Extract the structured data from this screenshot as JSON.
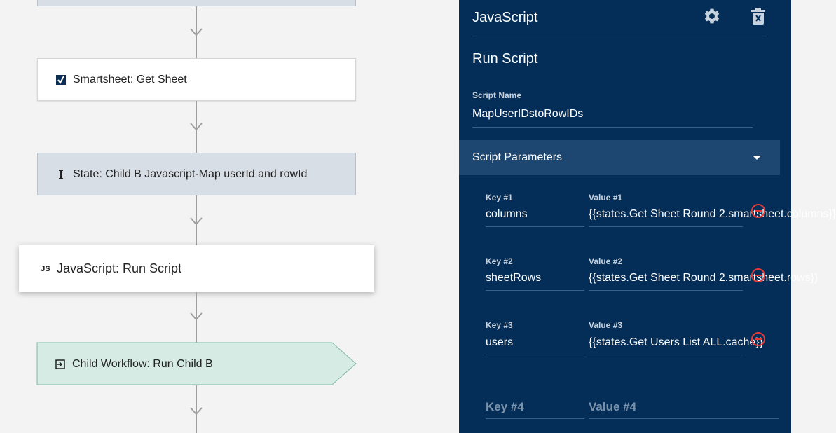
{
  "canvas": {
    "nodes": [
      {
        "label": "Smartsheet: Get Sheet",
        "icon": "smartsheet-icon"
      },
      {
        "label": "State: Child B Javascript-Map userId and rowId",
        "icon": "state-icon"
      },
      {
        "label": "JavaScript: Run Script",
        "icon": "js-icon",
        "icon_text": "JS"
      },
      {
        "label": "Child Workflow: Run Child B",
        "icon": "child-workflow-icon"
      }
    ]
  },
  "panel": {
    "title": "JavaScript",
    "subtitle": "Run Script",
    "script_name_label": "Script Name",
    "script_name_value": "MapUserIDstoRowIDs",
    "section_label": "Script Parameters",
    "params": [
      {
        "key_label": "Key #1",
        "key_value": "columns",
        "value_label": "Value #1",
        "value_value": "{{states.Get Sheet Round 2.smartsheet.columns}}"
      },
      {
        "key_label": "Key #2",
        "key_value": "sheetRows",
        "value_label": "Value #2",
        "value_value": "{{states.Get Sheet Round 2.smartsheet.rows}}"
      },
      {
        "key_label": "Key #3",
        "key_value": "users",
        "value_label": "Value #3",
        "value_value": "{{states.Get Users List ALL.cache}}"
      }
    ],
    "new_param": {
      "key_placeholder": "Key #4",
      "value_placeholder": "Value #4"
    }
  },
  "colors": {
    "panel_bg": "#042e58",
    "section_bg": "#1d4670",
    "remove_red": "#e53935",
    "child_workflow_bg": "#d5ebe4"
  }
}
